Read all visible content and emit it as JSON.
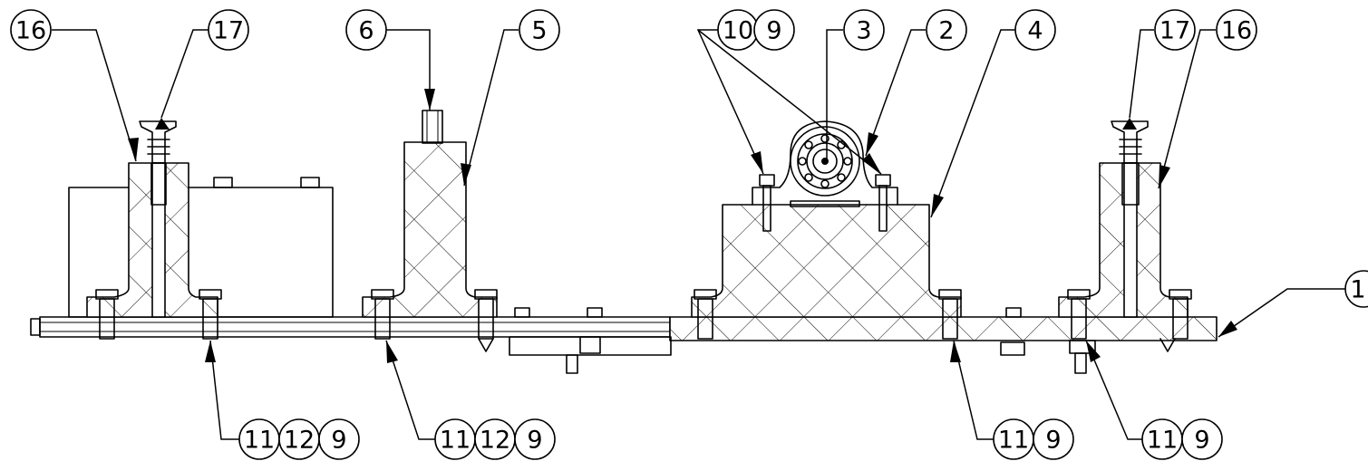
{
  "balloons": {
    "b16l": "16",
    "b17l": "17",
    "b6": "6",
    "b5": "5",
    "b10a": "10",
    "b9a": "9",
    "b3": "3",
    "b2": "2",
    "b4": "4",
    "b17r": "17",
    "b16r": "16",
    "b1": "1",
    "b11a": "11",
    "b12a": "12",
    "b9b": "9",
    "b11b": "11",
    "b12b": "12",
    "b9c": "9",
    "b11c": "11",
    "b9d": "9",
    "b11d": "11",
    "b9e": "9"
  }
}
